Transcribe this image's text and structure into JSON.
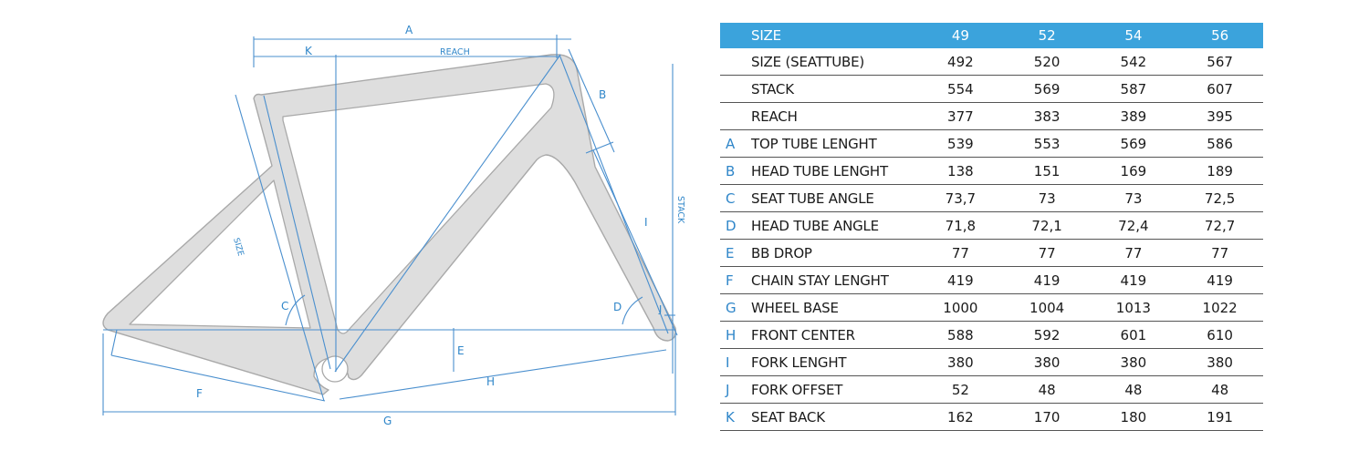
{
  "diagram": {
    "labels": {
      "a": "A",
      "k": "K",
      "reach": "REACH",
      "b": "B",
      "stack": "STACK",
      "size": "SIZE",
      "c": "C",
      "d": "D",
      "e": "E",
      "f": "F",
      "g": "G",
      "h": "H",
      "i": "I",
      "j": "J"
    }
  },
  "table": {
    "header": {
      "label": "SIZE",
      "sizes": [
        "49",
        "52",
        "54",
        "56"
      ]
    },
    "rows": [
      {
        "letter": "",
        "label": "SIZE (SEATTUBE)",
        "values": [
          "492",
          "520",
          "542",
          "567"
        ]
      },
      {
        "letter": "",
        "label": "STACK",
        "values": [
          "554",
          "569",
          "587",
          "607"
        ]
      },
      {
        "letter": "",
        "label": "REACH",
        "values": [
          "377",
          "383",
          "389",
          "395"
        ]
      },
      {
        "letter": "A",
        "label": "TOP TUBE LENGHT",
        "values": [
          "539",
          "553",
          "569",
          "586"
        ]
      },
      {
        "letter": "B",
        "label": "HEAD TUBE LENGHT",
        "values": [
          "138",
          "151",
          "169",
          "189"
        ]
      },
      {
        "letter": "C",
        "label": "SEAT TUBE ANGLE",
        "values": [
          "73,7",
          "73",
          "73",
          "72,5"
        ]
      },
      {
        "letter": "D",
        "label": "HEAD TUBE ANGLE",
        "values": [
          "71,8",
          "72,1",
          "72,4",
          "72,7"
        ]
      },
      {
        "letter": "E",
        "label": "BB DROP",
        "values": [
          "77",
          "77",
          "77",
          "77"
        ]
      },
      {
        "letter": "F",
        "label": "CHAIN STAY LENGHT",
        "values": [
          "419",
          "419",
          "419",
          "419"
        ]
      },
      {
        "letter": "G",
        "label": "WHEEL BASE",
        "values": [
          "1000",
          "1004",
          "1013",
          "1022"
        ]
      },
      {
        "letter": "H",
        "label": "FRONT CENTER",
        "values": [
          "588",
          "592",
          "601",
          "610"
        ]
      },
      {
        "letter": "I",
        "label": "FORK LENGHT",
        "values": [
          "380",
          "380",
          "380",
          "380"
        ]
      },
      {
        "letter": "J",
        "label": "FORK OFFSET",
        "values": [
          "52",
          "48",
          "48",
          "48"
        ]
      },
      {
        "letter": "K",
        "label": "SEAT BACK",
        "values": [
          "162",
          "170",
          "180",
          "191"
        ]
      }
    ]
  }
}
